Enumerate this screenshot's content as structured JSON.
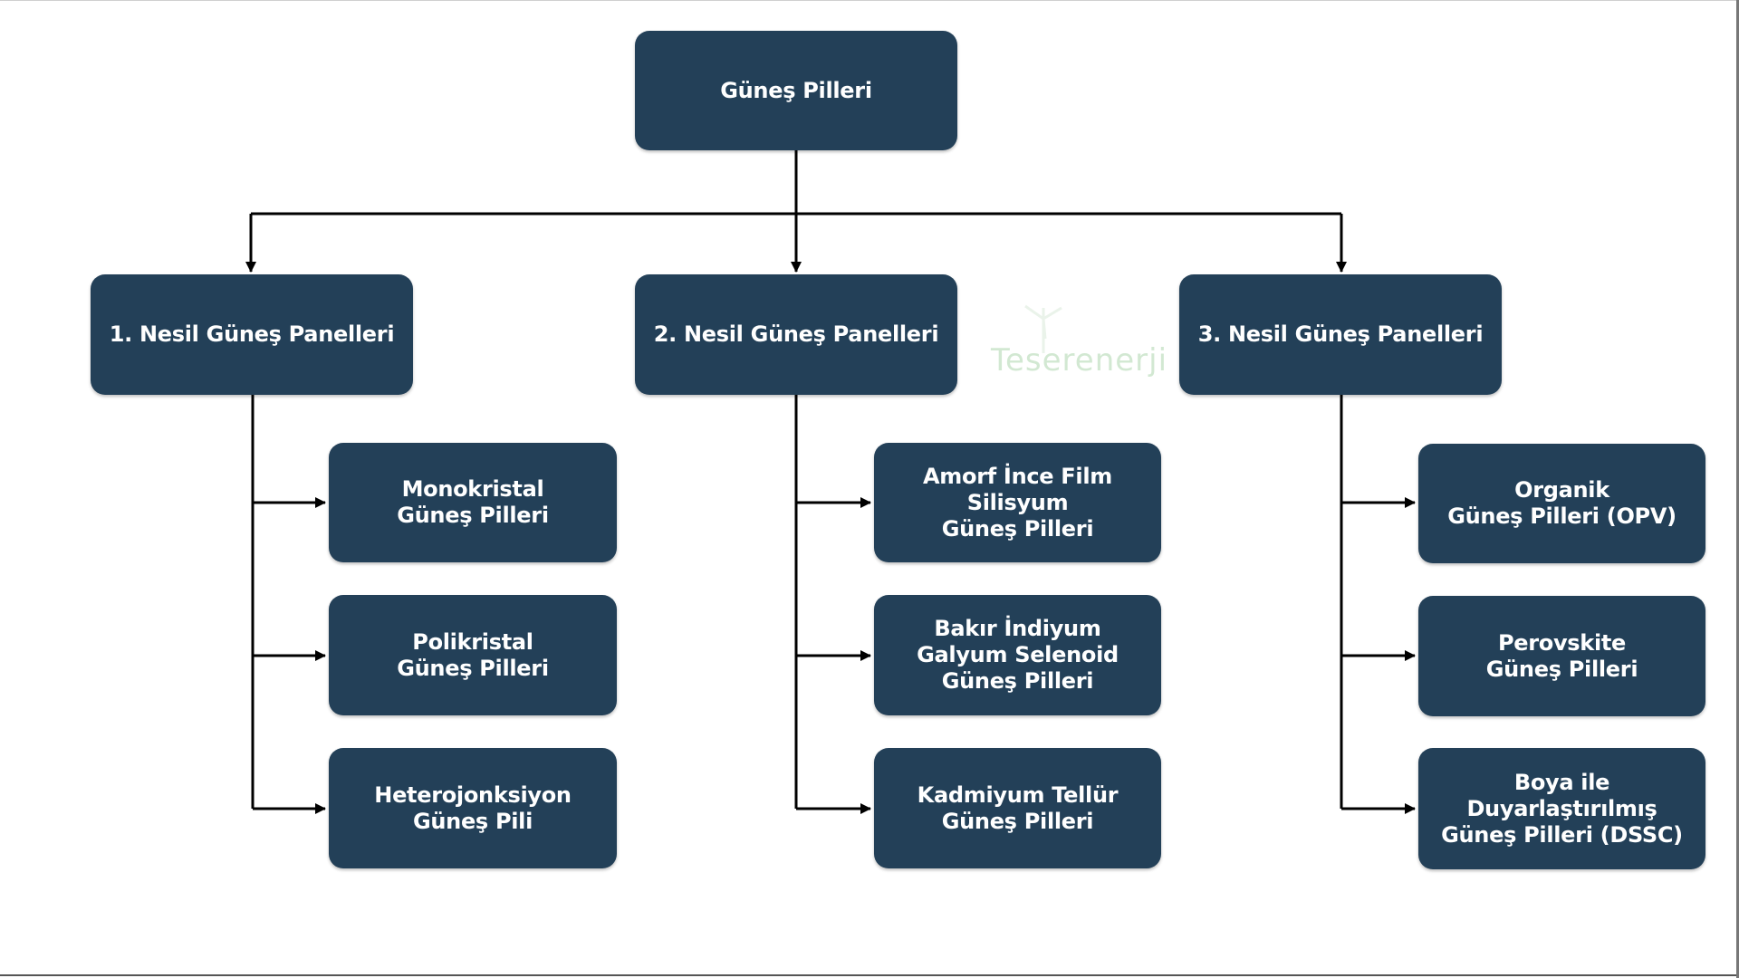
{
  "diagram": {
    "root": "Güneş Pilleri",
    "generations": [
      {
        "label": "1. Nesil Güneş Panelleri",
        "children": [
          "Monokristal\nGüneş Pilleri",
          "Polikristal\nGüneş Pilleri",
          "Heterojonksiyon\nGüneş Pili"
        ]
      },
      {
        "label": "2. Nesil Güneş Panelleri",
        "children": [
          "Amorf İnce Film\nSilisyum\nGüneş Pilleri",
          "Bakır İndiyum\nGalyum Selenoid\nGüneş Pilleri",
          "Kadmiyum Tellür\nGüneş Pilleri"
        ]
      },
      {
        "label": "3. Nesil Güneş Panelleri",
        "children": [
          "Organik\nGüneş Pilleri (OPV)",
          "Perovskite\nGüneş Pilleri",
          "Boya ile\nDuyarlaştırılmış\nGüneş Pilleri (DSSC)"
        ]
      }
    ]
  },
  "watermark": "Teserenerji",
  "colors": {
    "node_fill": "#234058",
    "node_text": "#ffffff",
    "connector": "#000000",
    "background": "#ffffff"
  }
}
